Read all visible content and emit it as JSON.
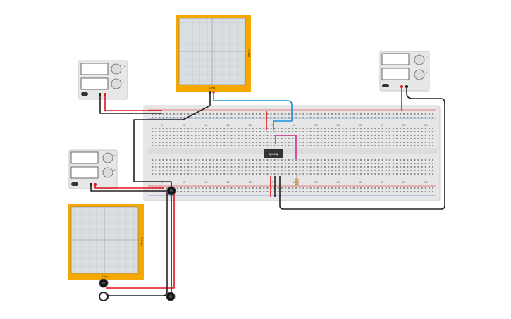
{
  "circuit": {
    "ic_label": "opAmp",
    "scope_top_label": "1 ms",
    "scope_top_side": "1 V/div",
    "scope_bottom_label": "1 ms",
    "scope_bottom_side": "1 V/div",
    "row_numbers_top": [
      "1",
      "5",
      "10",
      "15",
      "20",
      "25",
      "30",
      "35",
      "40",
      "45",
      "50",
      "55",
      "60"
    ],
    "row_numbers_bottom": [
      "1",
      "5",
      "10",
      "15",
      "20",
      "25",
      "30",
      "35",
      "40",
      "45",
      "50",
      "55",
      "60"
    ],
    "supply_left_top_unit_v": "V",
    "supply_left_top_unit_a": "A",
    "supply_left_mid_unit_v": "V",
    "supply_left_mid_unit_a": "A",
    "supply_right_unit_v": "V",
    "supply_right_unit_a": "A",
    "colors": {
      "oscilloscope_frame": "#f5a800",
      "screen_bg": "#d9dee0",
      "breadboard": "#e6e6e6",
      "wire_red": "#e0141c",
      "wire_black": "#222222",
      "wire_blue": "#1c8fd0",
      "wire_magenta": "#d6308a",
      "chip": "#333333"
    }
  }
}
